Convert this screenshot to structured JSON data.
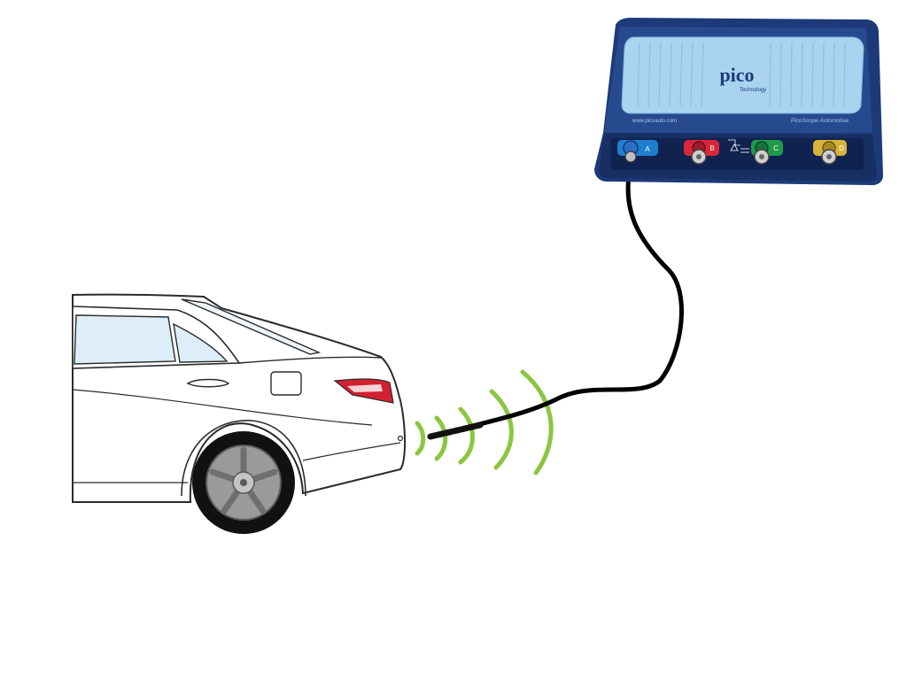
{
  "device": {
    "brand": "pico",
    "sub_brand": "Technology",
    "website": "www.picoauto.com",
    "model": "PicoScope Automotive",
    "channels": [
      {
        "id": "A",
        "color": "#1e7fd0"
      },
      {
        "id": "B",
        "color": "#d9263a"
      },
      {
        "id": "C",
        "color": "#1f9a4a"
      },
      {
        "id": "D",
        "color": "#d8b23a"
      }
    ],
    "body_color": "#1d3a78",
    "panel_color": "#a9d3ef"
  },
  "signal": {
    "wave_color": "#8cc63f",
    "wave_count": 5
  },
  "car": {
    "body_color": "#ffffff",
    "outline_color": "#2b2b2b",
    "window_color": "#ddeef9",
    "taillight_color": "#d1202f"
  }
}
